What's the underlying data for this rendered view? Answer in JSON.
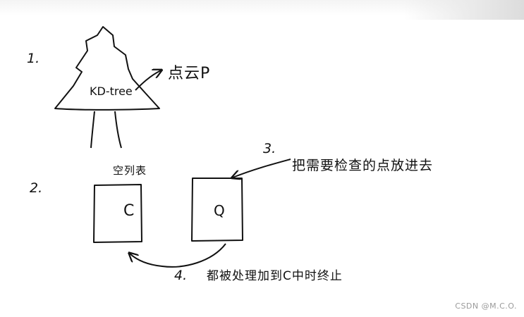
{
  "steps": {
    "step1": {
      "number": "1."
    },
    "step2": {
      "number": "2."
    },
    "step3": {
      "number": "3."
    },
    "step4": {
      "number": "4."
    }
  },
  "tree": {
    "label": "KD-tree"
  },
  "point_cloud": {
    "label": "点云P"
  },
  "empty_list": {
    "label": "空列表"
  },
  "list_c": {
    "label": "C"
  },
  "queue_q": {
    "label": "Q"
  },
  "annotation_push": {
    "text": "把需要检查的点放进去"
  },
  "annotation_move": {
    "text": "都被处理加到C中时终止"
  },
  "watermark": {
    "text": "CSDN @M.C.O."
  },
  "colors": {
    "ink": "#111111",
    "paper": "#ffffff",
    "watermark": "#9a9a9a"
  }
}
